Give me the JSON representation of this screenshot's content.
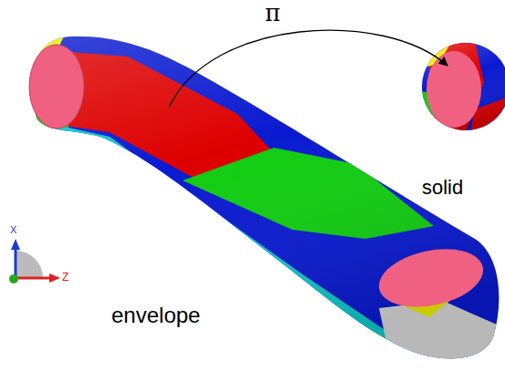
{
  "diagram": {
    "labels": [
      "π",
      "solid",
      "envelope",
      "X",
      "Z"
    ]
  }
}
